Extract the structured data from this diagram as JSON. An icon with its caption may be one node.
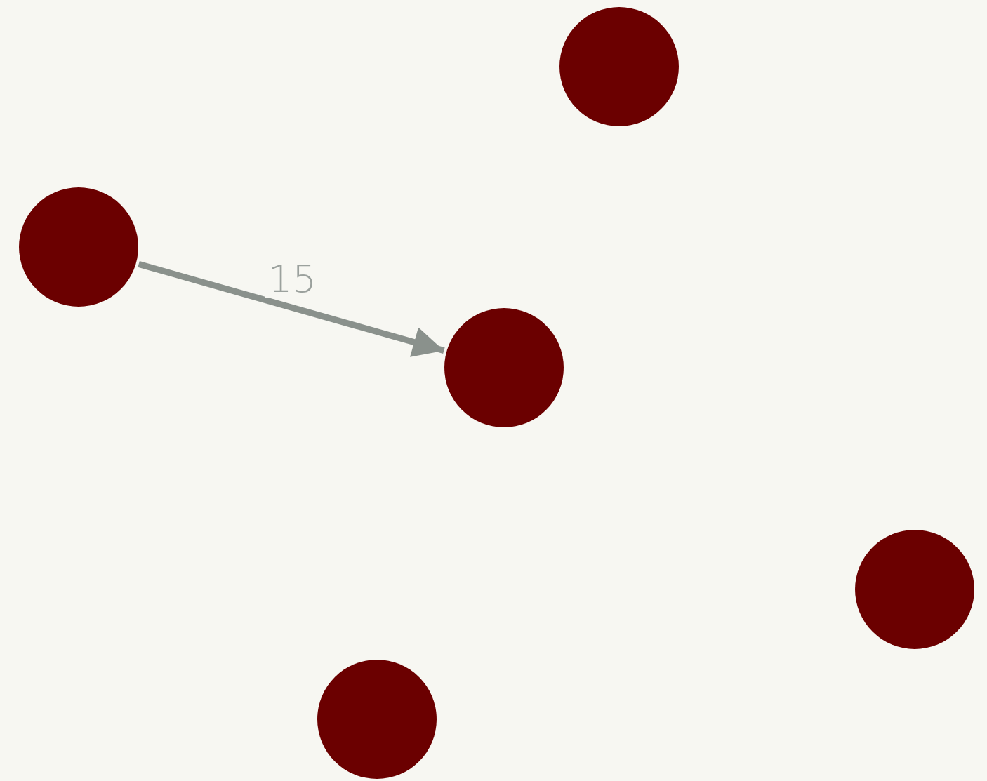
{
  "diagram": {
    "nodes": [
      {
        "text": [],
        "shape": "circle"
      },
      {
        "text": [],
        "shape": "circle"
      },
      {
        "text": [],
        "shape": "circle"
      },
      {
        "text": [],
        "shape": "circle"
      },
      {
        "text": [],
        "shape": "circle"
      }
    ],
    "edges": [
      {
        "from": 1,
        "to": 2,
        "arrow": "to",
        "label": "15"
      }
    ]
  }
}
